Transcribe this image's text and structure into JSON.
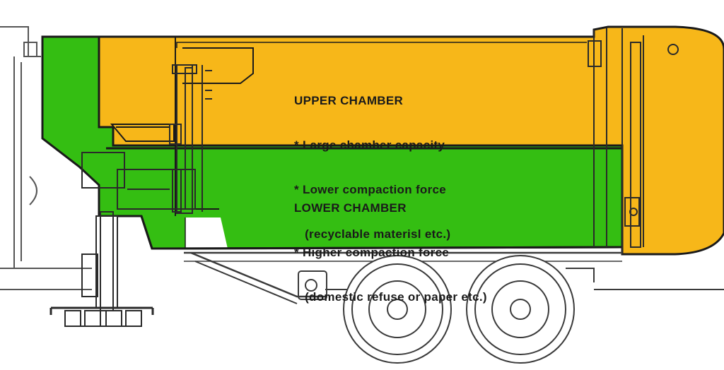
{
  "colors": {
    "upper_chamber": "#F7B719",
    "lower_chamber": "#34BE12",
    "outline": "#1a1a1a",
    "mechanics": "#4a4a4a",
    "background": "#ffffff"
  },
  "upper_chamber": {
    "title": "UPPER CHAMBER",
    "bullets": [
      "* Large chamber capacity",
      "* Lower compaction force",
      "   (recyclable materisl etc.)"
    ]
  },
  "lower_chamber": {
    "title": "LOWER CHAMBER",
    "bullets": [
      "* Higher compaction force",
      "   (domestic refuse or paper etc.)"
    ]
  }
}
